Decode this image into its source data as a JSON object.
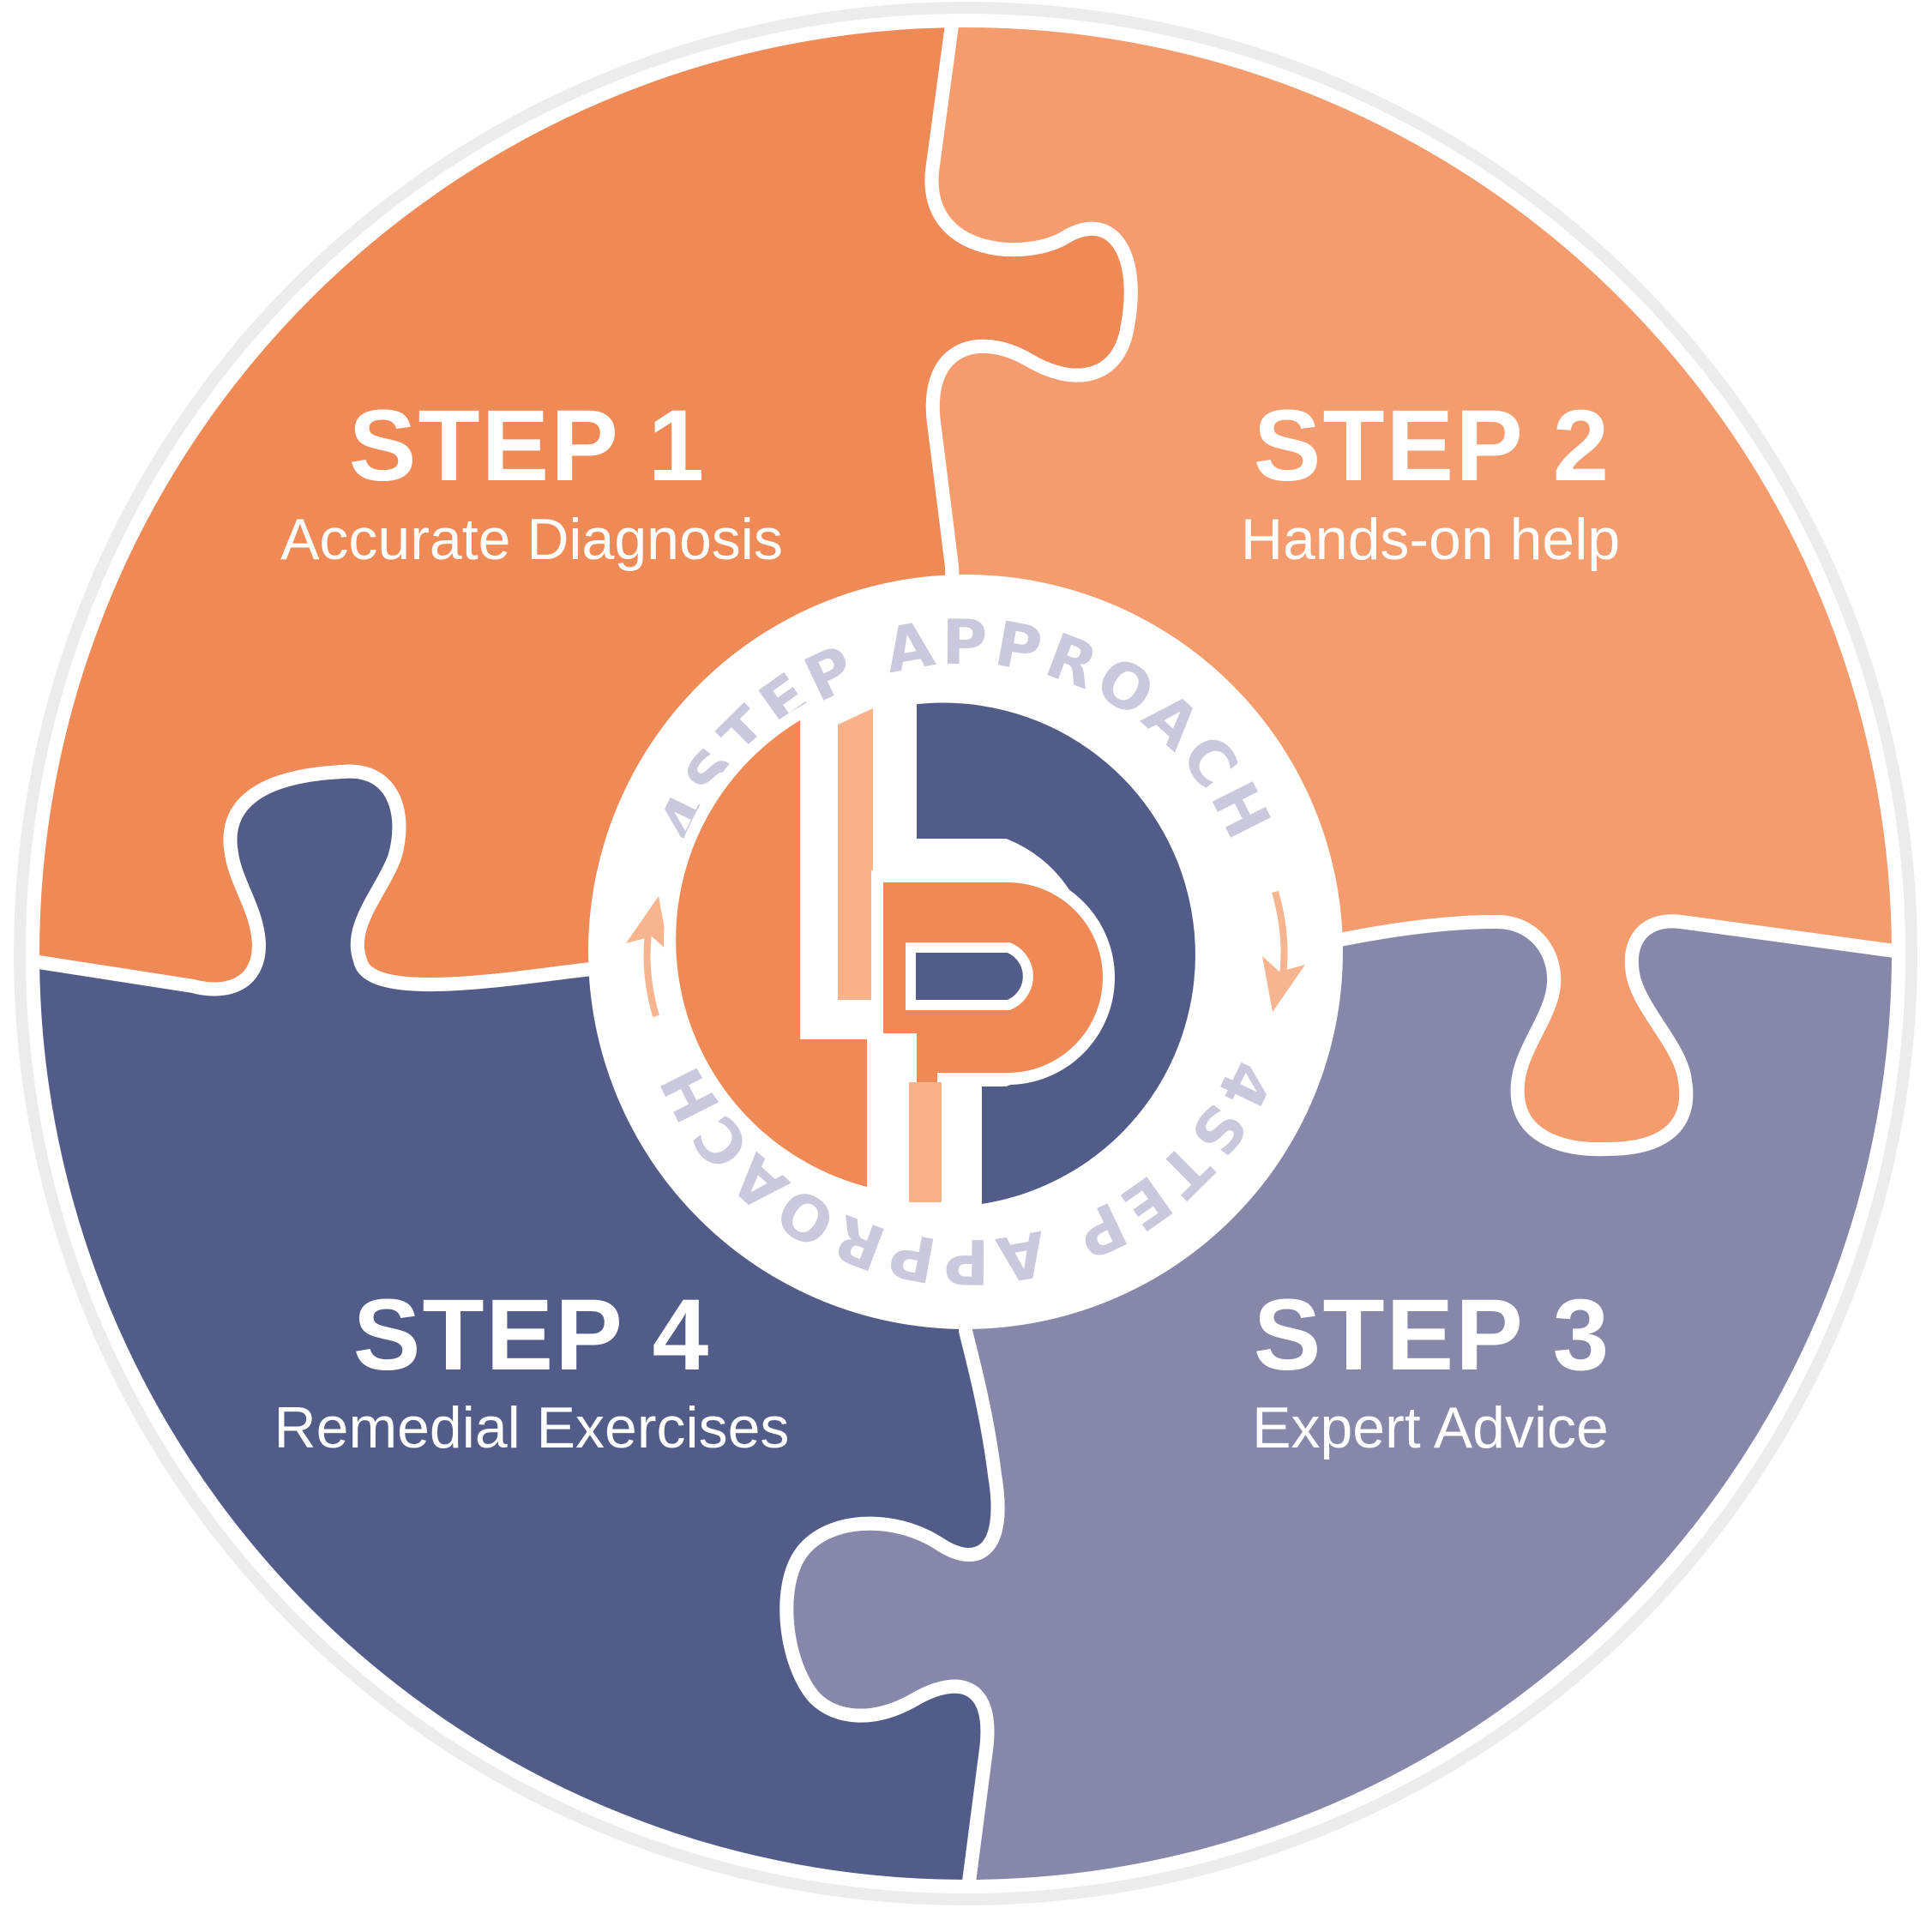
{
  "colors": {
    "step1": "#EF8A56",
    "step2": "#F59C6E",
    "step3": "#8787AA",
    "step4": "#525C89",
    "outline": "#ffffff",
    "ring_text": "#C9C8DD",
    "logo_light": "#F8B188",
    "logo_orange": "#EF8A56",
    "logo_navy": "#525C89",
    "arrow": "#F6B48F"
  },
  "steps": [
    {
      "title": "STEP 1",
      "subtitle": "Accurate Diagnosis"
    },
    {
      "title": "STEP 2",
      "subtitle": "Hands-on help"
    },
    {
      "title": "STEP 3",
      "subtitle": "Expert Advice"
    },
    {
      "title": "STEP 4",
      "subtitle": "Remedial Exercises"
    }
  ],
  "center": {
    "ring_text_top": "4STEP APPROACH",
    "ring_text_bottom": "4STEP APPROACH",
    "logo": "LP-logo"
  },
  "icons": [
    "cycle-arrow-left-icon",
    "cycle-arrow-right-icon"
  ]
}
